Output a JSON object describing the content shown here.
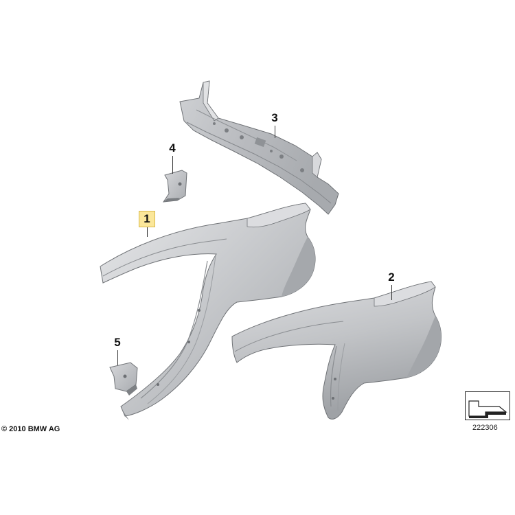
{
  "callouts": {
    "part1": "1",
    "part2": "2",
    "part3": "3",
    "part4": "4",
    "part5": "5"
  },
  "footer": {
    "copyright": "© 2010 BMW AG",
    "drawing_number": "222306"
  },
  "colors": {
    "part_fill": "#c7c9cc",
    "part_shadow": "#9c9fa3",
    "part_highlight": "#e3e4e6",
    "highlight_callout": "#fbe79a"
  }
}
